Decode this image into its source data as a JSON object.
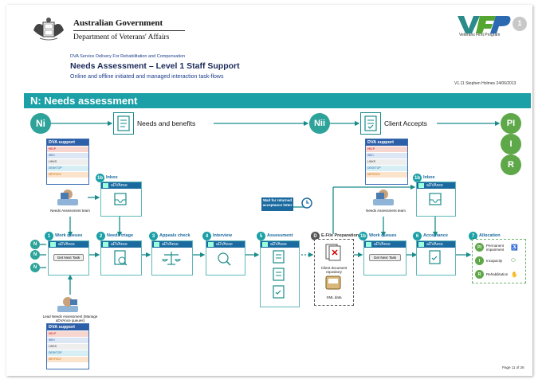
{
  "header": {
    "gov_name": "Australian Government",
    "dept_name": "Department of Veterans' Affairs",
    "logo_letters": "VFP",
    "logo_caption": "Veterans First Program",
    "logo_badge": "1",
    "service_line": "DVA Service Delivery For Rehabilitation and Compensation",
    "title": "Needs Assessment – Level 1 Staff Support",
    "subtitle": "Online and offline initiated and managed interaction task-flows",
    "version": "V1.11 Stephen Holmes 24/06/2013"
  },
  "band": {
    "title": "N: Needs assessment"
  },
  "top_flow": {
    "start": "Ni",
    "needs_label": "Needs and benefits",
    "mid": "Nii",
    "accepts_label": "Client Accepts",
    "outcomes": [
      "PI",
      "I",
      "R"
    ]
  },
  "dva_support": {
    "title": "DVA support",
    "rows": [
      "HELP",
      "WIKI",
      "LINKS",
      "DESKTOP",
      "METRICS"
    ],
    "row_colors": [
      "#f7d6d0",
      "#dce6f4",
      "#eeeeee",
      "#d6eef4",
      "#fbe3cc"
    ]
  },
  "actors": {
    "team_left": "Needs Assessment team",
    "team_right": "Needs Assessment team",
    "lead": "Lead Needs Assessment (Manage aDVAnce queues)"
  },
  "inputs": [
    "N",
    "N",
    "N"
  ],
  "wait": "Wait for returned acceptance letter",
  "advance_label": "aDVAnce",
  "get_next_task": "Get Next Task",
  "steps": [
    {
      "num": "1",
      "label": "Work queues"
    },
    {
      "num": "1b",
      "label": "Inbox"
    },
    {
      "num": "2",
      "label": "Needs triage"
    },
    {
      "num": "3",
      "label": "Appeals check"
    },
    {
      "num": "4",
      "label": "Interview"
    },
    {
      "num": "5",
      "label": "Assessment"
    },
    {
      "num": "D",
      "label": "E-File Preparation"
    },
    {
      "num": "1b",
      "label": "Inbox"
    },
    {
      "num": "1b",
      "label": "Work queues"
    },
    {
      "num": "6",
      "label": "Acceptance"
    },
    {
      "num": "7",
      "label": "Allocation"
    }
  ],
  "efile": {
    "repo": "Client document repository",
    "xml": "XML data"
  },
  "allocation": {
    "items": [
      {
        "code": "PI",
        "label": "Permanent impairment"
      },
      {
        "code": "I",
        "label": "Incapacity"
      },
      {
        "code": "R",
        "label": "Rehabilitation"
      }
    ]
  },
  "footer": {
    "page": "Page 11 of 26"
  },
  "colors": {
    "teal": "#1aa0a6",
    "green": "#2ea39a",
    "blue": "#1a6aa0",
    "navy": "#1a2a5a"
  }
}
